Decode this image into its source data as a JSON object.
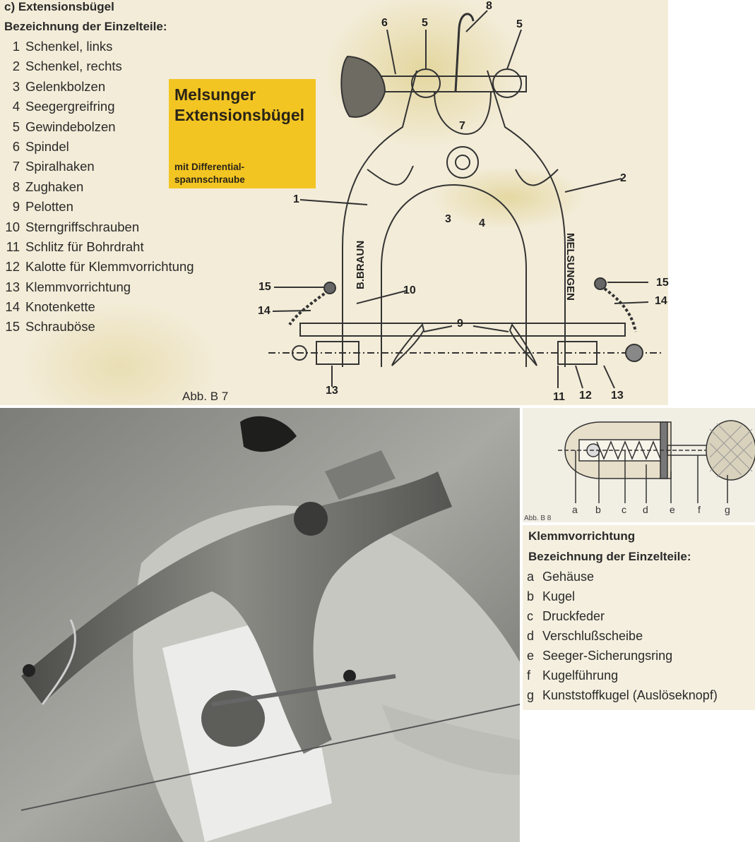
{
  "section": {
    "heading": "c) Extensionsbügel",
    "parts_heading": "Bezeichnung der Einzelteile:",
    "parts": [
      {
        "num": "1",
        "name": "Schenkel, links"
      },
      {
        "num": "2",
        "name": "Schenkel, rechts"
      },
      {
        "num": "3",
        "name": "Gelenkbolzen"
      },
      {
        "num": "4",
        "name": "Seegergreifring"
      },
      {
        "num": "5",
        "name": "Gewindebolzen"
      },
      {
        "num": "6",
        "name": "Spindel"
      },
      {
        "num": "7",
        "name": "Spiralhaken"
      },
      {
        "num": "8",
        "name": "Zughaken"
      },
      {
        "num": "9",
        "name": "Pelotten"
      },
      {
        "num": "10",
        "name": "Sterngriffschrauben"
      },
      {
        "num": "11",
        "name": "Schlitz für Bohrdraht"
      },
      {
        "num": "12",
        "name": "Kalotte für Klemmvorrichtung"
      },
      {
        "num": "13",
        "name": "Klemmvorrichtung"
      },
      {
        "num": "14",
        "name": "Knotenkette"
      },
      {
        "num": "15",
        "name": "Schrauböse"
      }
    ]
  },
  "label_box": {
    "title_line1": "Melsunger",
    "title_line2": "Extensionsbügel",
    "sub_line1": "mit Differential-",
    "sub_line2": "spannschraube",
    "color": "#f3c522"
  },
  "figure_b7": {
    "caption": "Abb. B 7",
    "brand_left": "B.BRAUN",
    "brand_right": "MELSUNGEN",
    "callouts": [
      "8",
      "6",
      "5",
      "5",
      "7",
      "2",
      "1",
      "3",
      "4",
      "15",
      "15",
      "10",
      "14",
      "14",
      "9",
      "13",
      "11",
      "12",
      "13"
    ]
  },
  "figure_b8": {
    "caption": "Abb. B 8",
    "letters": [
      "a",
      "b",
      "c",
      "d",
      "e",
      "f",
      "g"
    ]
  },
  "klemm": {
    "title": "Klemmvorrichtung",
    "subtitle": "Bezeichnung der Einzelteile:",
    "parts": [
      {
        "letter": "a",
        "name": "Gehäuse"
      },
      {
        "letter": "b",
        "name": "Kugel"
      },
      {
        "letter": "c",
        "name": "Druckfeder"
      },
      {
        "letter": "d",
        "name": "Verschlußscheibe"
      },
      {
        "letter": "e",
        "name": "Seeger-Sicherungsring"
      },
      {
        "letter": "f",
        "name": "Kugelführung"
      },
      {
        "letter": "g",
        "name": "Kunststoffkugel (Auslöseknopf)"
      }
    ]
  }
}
